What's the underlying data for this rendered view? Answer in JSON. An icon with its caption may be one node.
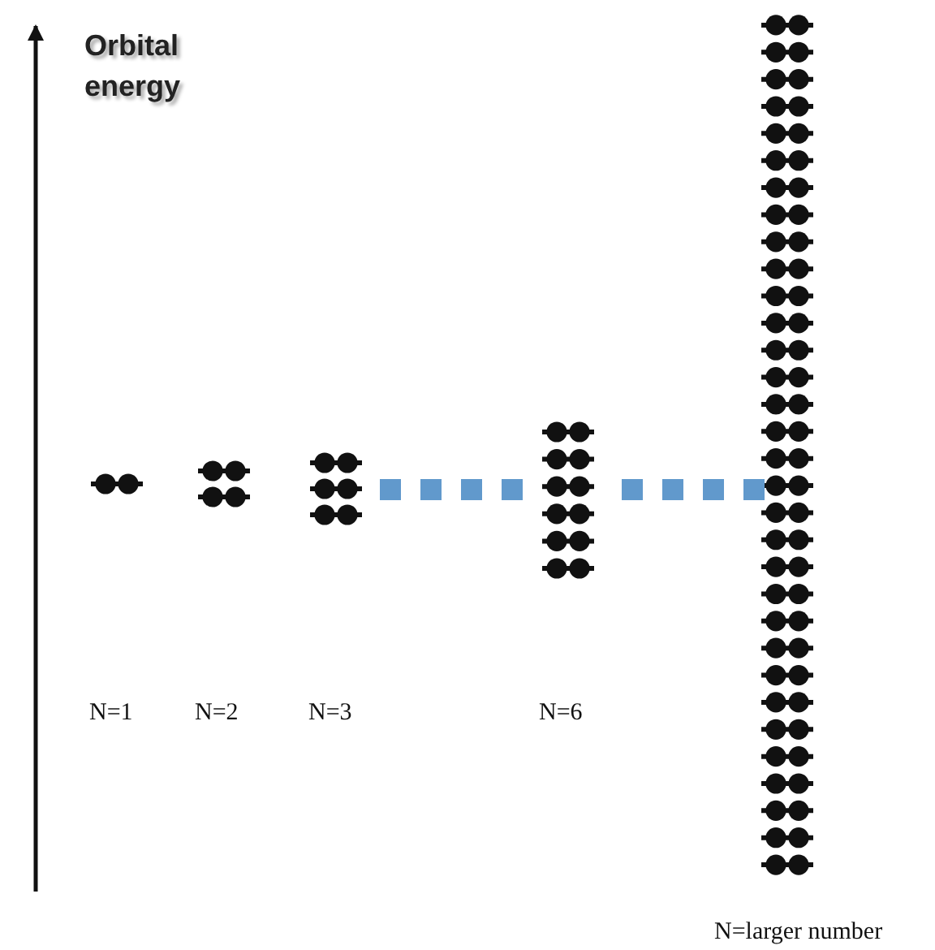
{
  "diagram": {
    "labels": [
      "Orbital energy",
      "N=1",
      "N=2",
      "N=3",
      "N=6",
      "N=larger number"
    ]
  }
}
